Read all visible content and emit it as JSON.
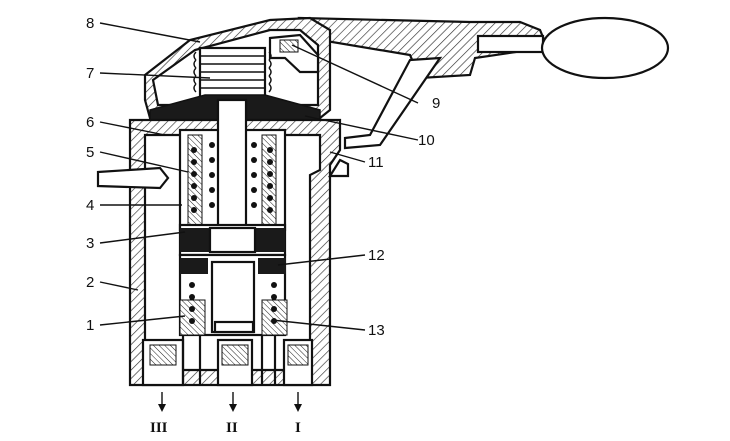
{
  "figure": {
    "callouts": [
      {
        "id": "c8",
        "text": "8"
      },
      {
        "id": "c7",
        "text": "7"
      },
      {
        "id": "c6",
        "text": "6"
      },
      {
        "id": "c5",
        "text": "5"
      },
      {
        "id": "c4",
        "text": "4"
      },
      {
        "id": "c3",
        "text": "3"
      },
      {
        "id": "c2",
        "text": "2"
      },
      {
        "id": "c1",
        "text": "1"
      },
      {
        "id": "c9",
        "text": "9"
      },
      {
        "id": "c10",
        "text": "10"
      },
      {
        "id": "c11",
        "text": "11"
      },
      {
        "id": "c12",
        "text": "12"
      },
      {
        "id": "c13",
        "text": "13"
      }
    ],
    "ports": [
      {
        "id": "p3",
        "text": "III"
      },
      {
        "id": "p2",
        "text": "II"
      },
      {
        "id": "p1",
        "text": "I"
      }
    ]
  }
}
